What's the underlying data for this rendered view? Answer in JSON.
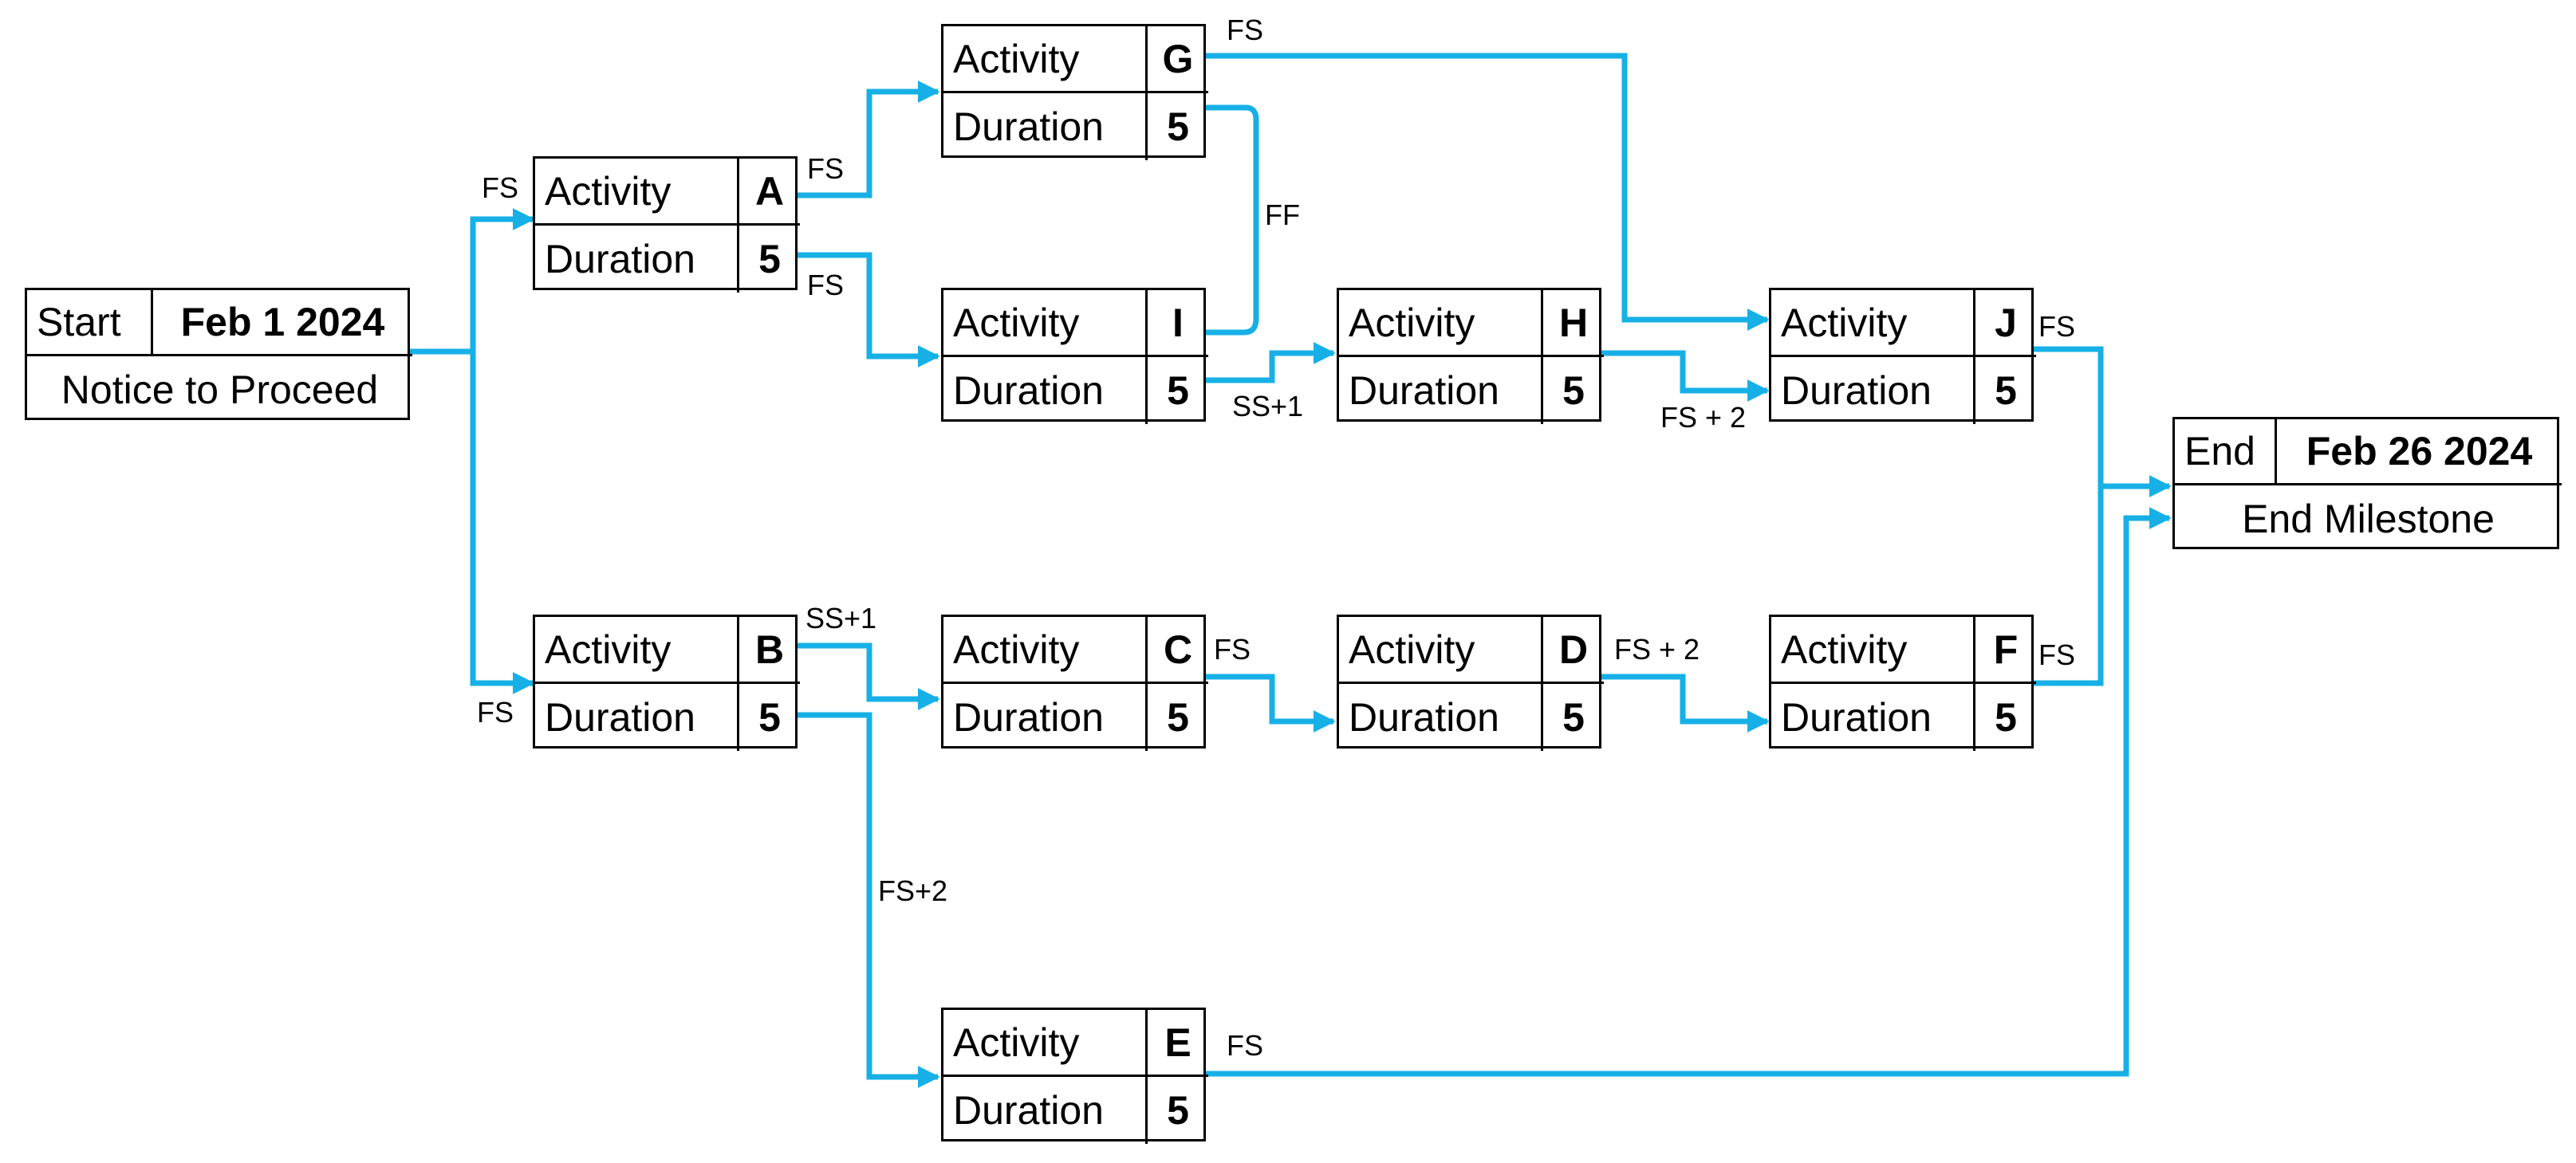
{
  "start": {
    "label": "Start",
    "date": "Feb 1 2024",
    "description": "Notice to Proceed"
  },
  "end": {
    "label": "End",
    "date": "Feb 26 2024",
    "description": "End Milestone"
  },
  "activity_label": "Activity",
  "duration_label": "Duration",
  "activities": {
    "A": {
      "id": "A",
      "duration": "5"
    },
    "B": {
      "id": "B",
      "duration": "5"
    },
    "C": {
      "id": "C",
      "duration": "5"
    },
    "D": {
      "id": "D",
      "duration": "5"
    },
    "E": {
      "id": "E",
      "duration": "5"
    },
    "F": {
      "id": "F",
      "duration": "5"
    },
    "G": {
      "id": "G",
      "duration": "5"
    },
    "H": {
      "id": "H",
      "duration": "5"
    },
    "I": {
      "id": "I",
      "duration": "5"
    },
    "J": {
      "id": "J",
      "duration": "5"
    }
  },
  "relationships": {
    "start_to_a": "FS",
    "start_to_b": "FS",
    "a_to_g": "FS",
    "a_to_i": "FS",
    "g_to_j": "FS",
    "g_to_i": "FF",
    "i_to_h": "SS+1",
    "h_to_j": "FS + 2",
    "j_to_end": "FS",
    "b_to_c": "SS+1",
    "b_to_e": "FS+2",
    "c_to_d": "FS",
    "d_to_f": "FS + 2",
    "f_to_end": "FS",
    "e_to_end": "FS"
  },
  "colors": {
    "link": "#17b0e6",
    "border": "#000000"
  }
}
